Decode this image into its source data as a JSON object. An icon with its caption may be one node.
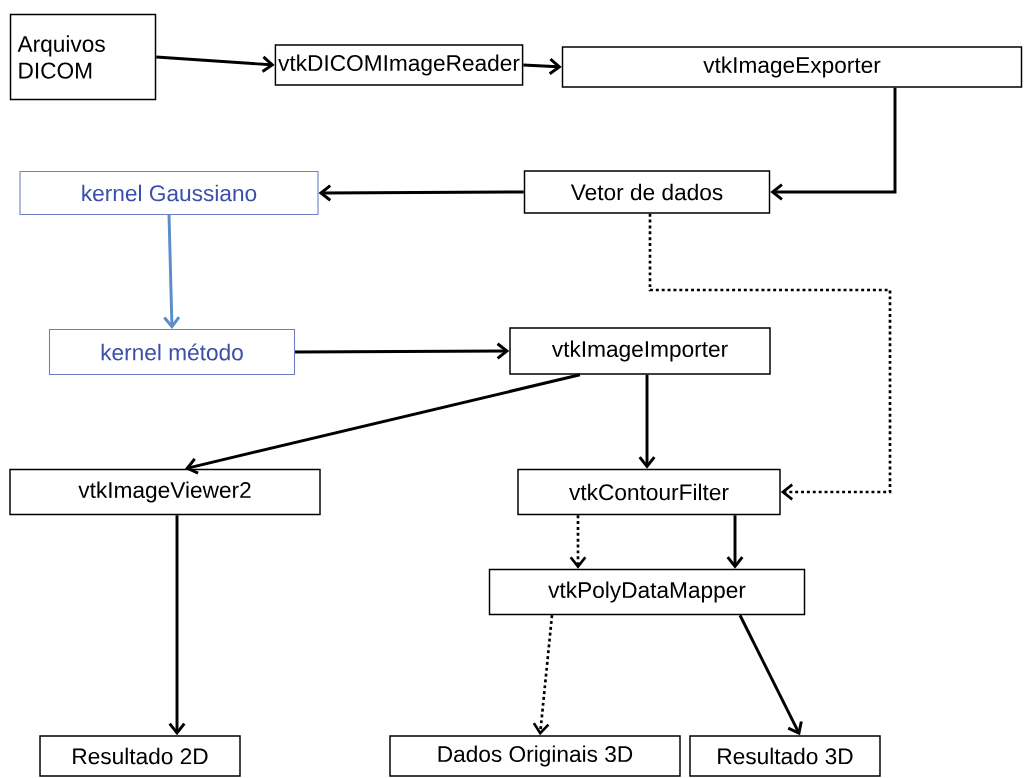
{
  "diagram": {
    "nodes": [
      {
        "text": [
          "Arquivos DICOM"
        ]
      },
      {
        "text": [
          "vtkDICOMImageReader"
        ]
      },
      {
        "text": [
          "vtkImageExporter"
        ]
      },
      {
        "text": [
          "Vetor de dados"
        ]
      },
      {
        "text": [
          "kernel Gaussiano"
        ]
      },
      {
        "text": [
          "kernel método"
        ]
      },
      {
        "text": [
          "vtkImageImporter"
        ]
      },
      {
        "text": [
          "vtkImageViewer2"
        ]
      },
      {
        "text": [
          "vtkContourFilter"
        ]
      },
      {
        "text": [
          "vtkPolyDataMapper"
        ]
      },
      {
        "text": [
          "Resultado 2D"
        ]
      },
      {
        "text": [
          "Dados Originais 3D"
        ]
      },
      {
        "text": [
          "Resultado 3D"
        ]
      }
    ],
    "edges": [
      {
        "from": 0,
        "to": 1,
        "arrow": "to"
      },
      {
        "from": 1,
        "to": 2,
        "arrow": "to"
      },
      {
        "from": 2,
        "to": 3,
        "arrow": "to"
      },
      {
        "from": 3,
        "to": 4,
        "arrow": "to"
      },
      {
        "from": 4,
        "to": 5,
        "arrow": "to",
        "color": "#5b8dc9"
      },
      {
        "from": 5,
        "to": 6,
        "arrow": "to"
      },
      {
        "from": 3,
        "to": 8,
        "arrow": "to",
        "style": "dashed"
      },
      {
        "from": 6,
        "to": 7,
        "arrow": "to"
      },
      {
        "from": 6,
        "to": 8,
        "arrow": "to"
      },
      {
        "from": 8,
        "to": 9,
        "arrow": "to",
        "style": "dashed"
      },
      {
        "from": 8,
        "to": 9,
        "arrow": "to"
      },
      {
        "from": 7,
        "to": 10,
        "arrow": "to"
      },
      {
        "from": 9,
        "to": 11,
        "arrow": "to",
        "style": "dashed"
      },
      {
        "from": 9,
        "to": 12,
        "arrow": "to"
      }
    ]
  }
}
